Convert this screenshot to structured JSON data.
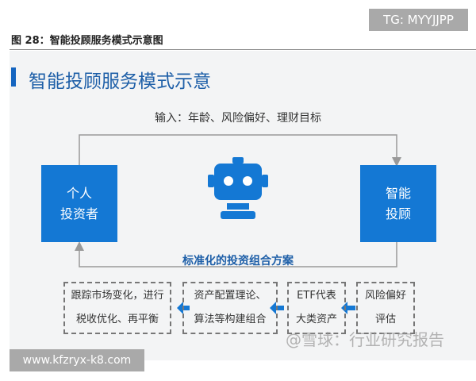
{
  "watermark_tg": "TG: MYYJJPP",
  "figure_caption": "图 28：智能投顾服务模式示意图",
  "title": "智能投顾服务模式示意",
  "input_label": "输入：年龄、风险偏好、理财目标",
  "left_box": [
    "个人",
    "投资者"
  ],
  "right_box": [
    "智能",
    "投顾"
  ],
  "center_label": "标准化的投资组合方案",
  "steps": [
    {
      "lines": [
        "跟踪市场变化，进行",
        "税收优化、再平衡"
      ]
    },
    {
      "lines": [
        "资产配置理论、",
        "算法等构建组合"
      ]
    },
    {
      "lines": [
        "ETF代表",
        "大类资产"
      ]
    },
    {
      "lines": [
        "风险偏好",
        "评估"
      ]
    }
  ],
  "watermark_site": "www.kfzryx-k8.com",
  "watermark_xueqiu": "@雪球：行业研究报告",
  "colors": {
    "accent": "#1478d4",
    "title": "#1e5fa8",
    "panel": "#f3f4f5"
  }
}
